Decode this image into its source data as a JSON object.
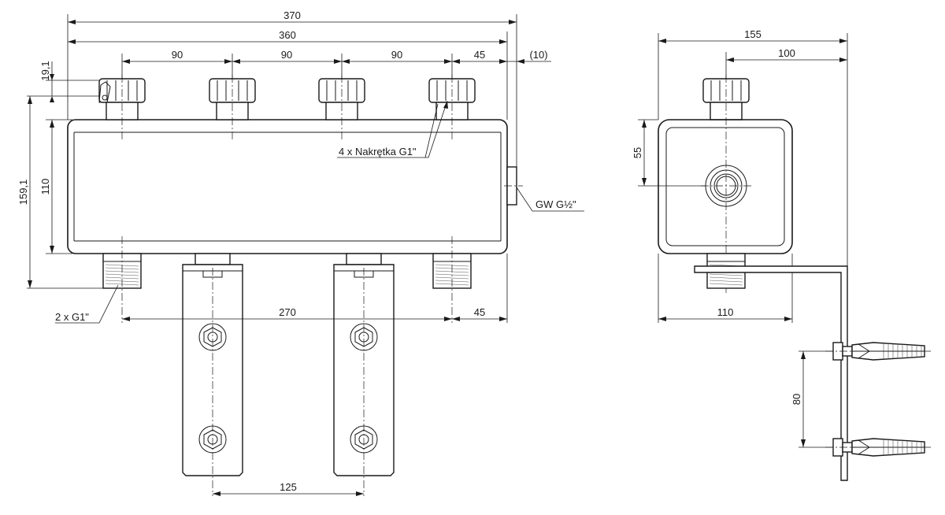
{
  "dimensions": {
    "front_overall_width": "370",
    "front_body_width": "360",
    "spacing_1": "90",
    "spacing_2": "90",
    "spacing_3": "90",
    "spacing_right": "45",
    "side_offset": "(10)",
    "top_nut_height": "19,1",
    "total_height": "159,1",
    "body_height": "110",
    "bottom_spacing": "270",
    "bottom_right": "45",
    "bracket_spacing": "125",
    "side_width": "155",
    "side_offset_100": "100",
    "side_center_height": "55",
    "side_bottom_width": "110",
    "anchor_spacing": "80"
  },
  "labels": {
    "nuts": "4 x Nakrętka G1\"",
    "side_port": "GW G½\"",
    "threads": "2 x G1\""
  }
}
